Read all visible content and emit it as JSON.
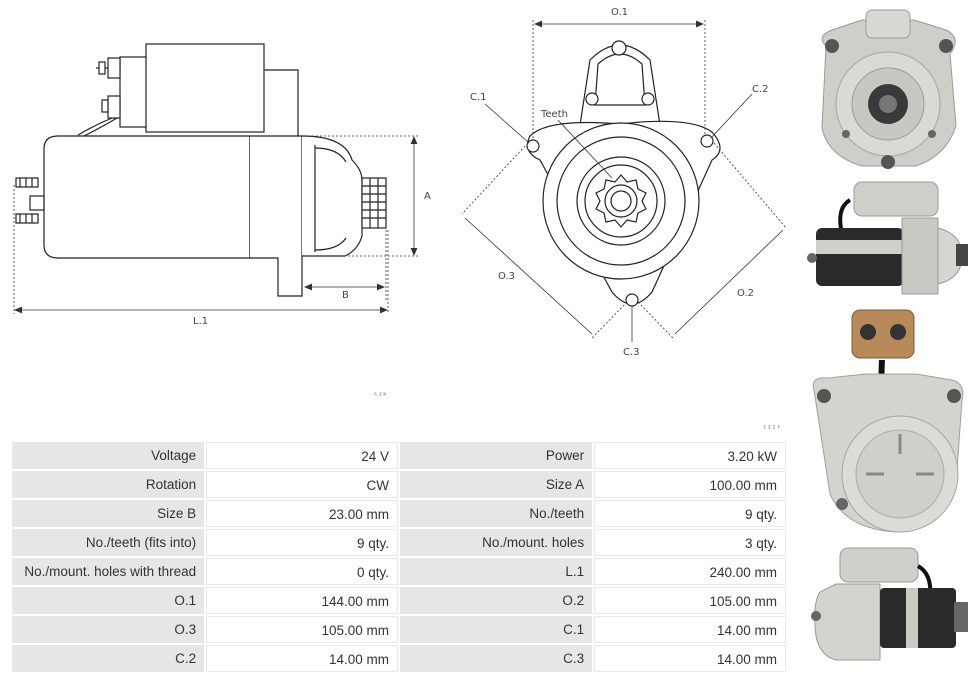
{
  "drawing": {
    "side_view_labels": {
      "a": "A",
      "b": "B",
      "l1": "L.1"
    },
    "front_view_labels": {
      "o1": "O.1",
      "o2": "O.2",
      "o3": "O.3",
      "c1": "C.1",
      "c2": "C.2",
      "c3": "C.3",
      "teeth": "Teeth"
    },
    "watermark_left": "ᴬᴵᴷ",
    "watermark_right": "ᴵᴵᴵᶠ"
  },
  "photos": [
    {
      "name": "front-photo"
    },
    {
      "name": "side-photo-top"
    },
    {
      "name": "rear-photo"
    },
    {
      "name": "side-photo-bottom"
    }
  ],
  "specs": [
    {
      "k1": "Voltage",
      "v1": "24 V",
      "k2": "Power",
      "v2": "3.20 kW"
    },
    {
      "k1": "Rotation",
      "v1": "CW",
      "k2": "Size A",
      "v2": "100.00 mm"
    },
    {
      "k1": "Size B",
      "v1": "23.00 mm",
      "k2": "No./teeth",
      "v2": "9 qty."
    },
    {
      "k1": "No./teeth (fits into)",
      "v1": "9 qty.",
      "k2": "No./mount. holes",
      "v2": "3 qty."
    },
    {
      "k1": "No./mount. holes with thread",
      "v1": "0 qty.",
      "k2": "L.1",
      "v2": "240.00 mm"
    },
    {
      "k1": "O.1",
      "v1": "144.00 mm",
      "k2": "O.2",
      "v2": "105.00 mm"
    },
    {
      "k1": "O.3",
      "v1": "105.00 mm",
      "k2": "C.1",
      "v2": "14.00 mm"
    },
    {
      "k1": "C.2",
      "v1": "14.00 mm",
      "k2": "C.3",
      "v2": "14.00 mm"
    }
  ]
}
